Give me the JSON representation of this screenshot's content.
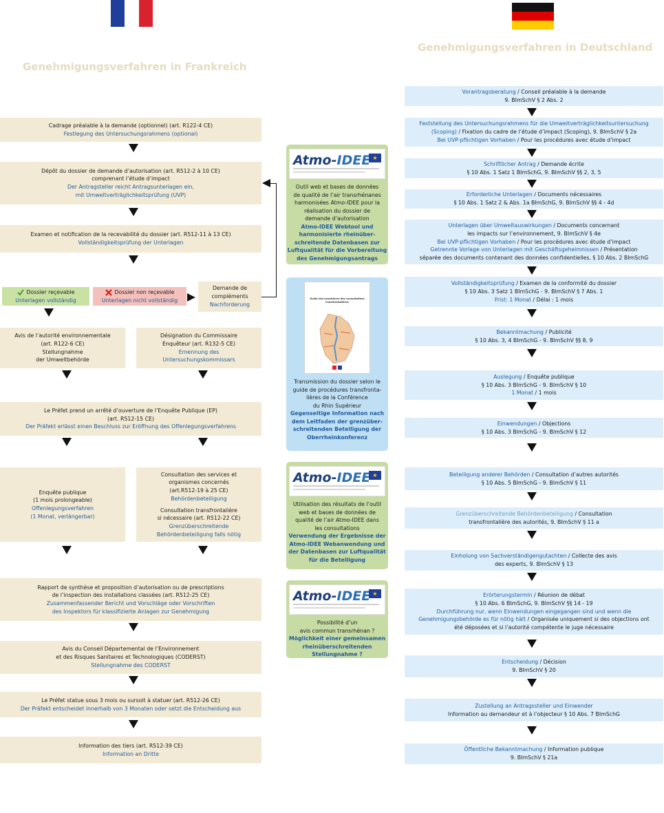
{
  "headings": {
    "france": "Genehmigungsverfahren in Frankreich",
    "germany": "Genehmigungsverfahren in Deutschland"
  },
  "colors": {
    "french_box": "#f2ead4",
    "german_box": "#ddeefa",
    "german_text_blue": "#1f5a9e",
    "atmo_green_box": "#c7dba4",
    "guide_blue_box": "#bfe0f4",
    "receivable_green": "#c9e1a3",
    "not_receivable_red": "#f4c0bb",
    "heading": "#e7dcc0"
  },
  "flags": {
    "france": "flag-france-icon",
    "germany": "flag-germany-icon"
  },
  "fr": {
    "s1": {
      "l1": "Cadrage préalable à la demande (optionnel) (art. R122-4 CE)",
      "l2": "Festlegung des Untersuchungsrahmens (optional)"
    },
    "s2": {
      "l1": "Dépôt du dossier de demande d’autorisation  (art. R512-2 à 10 CE)",
      "l2": "comprenant l’étude d’impact",
      "l3": "Der Antragsteller reicht Antragsunterlagen ein,",
      "l4": "mit Umweltverträglichkeitsprüfung (UVP)"
    },
    "s3": {
      "l1": "Examen et notification de la recevabilité du dossier (art. R512-11 à 13 CE)",
      "l2": "Vollständigkeitsprüfung der Unterlagen"
    },
    "s4a": {
      "l1": "Dossier reçevable",
      "l2": "Unterlagen vollständig"
    },
    "s4b": {
      "l1": "Dossier non reçevable",
      "l2": "Unterlagen nicht vollständig"
    },
    "s4c": {
      "l1": "Demande de",
      "l2": "compléments",
      "l3": "Nachforderung"
    },
    "s5a": {
      "l1": "Avis de l’autorité environnementale",
      "l2": "(art. R122-6 CE)",
      "l3": "Stellungnahme",
      "l4": "der Umweltbehörde"
    },
    "s5b": {
      "l1": "Désignation du Commissaire",
      "l2": "Enquêteur (art. R132-5 CE)",
      "l3": "Ernennung des",
      "l4": "Untersuchungskommissars"
    },
    "s6": {
      "l1": "Le Préfet prend un arrêté d’ouverture de l’Enquête Publique (EP)",
      "l2": "(art. R512-15 CE)",
      "l3": "Der Präfekt erlässt einen Beschluss zur Eröffnung des Offenlegungsverfahrens"
    },
    "s7a": {
      "l1": "Enquête publique",
      "l2": "(1 mois prolongeable)",
      "l3": "Offenlegungsverfahren",
      "l4": "(1 Monat, verlängerbar)"
    },
    "s7b": {
      "l1": "Consultation des services et",
      "l2": "organismes concernés",
      "l3": "(art.R512-19 à 25 CE)",
      "l4": "Behördenbeteiligung",
      "l5": "Consultation transfrontalière",
      "l6": "si nécessaire (art. R512-22 CE)",
      "l7": "Grenzüberschreitende",
      "l8": "Behördenbeteiligung falls nötig"
    },
    "s8": {
      "l1": "Rapport de synthèse et proposition d’autorisation ou de prescriptions",
      "l2": "de l’inspection des installations classées (art. R512-25 CE)",
      "l3": "Zusammenfassender Bericht und Vorschläge oder Vorschriften",
      "l4": "des Inspektors für klassifizierte Anlagen zur Genehmigung"
    },
    "s9": {
      "l1": "Avis du Conseil Départemental de l’Environnement",
      "l2": "et des Risques Sanitaires et Technologiques (CODERST)",
      "l3": "Stellungnahme des CODERST"
    },
    "s10": {
      "l1": "Le Préfet statue sous 3 mois ou sursoit à statuer (art. R512-26 CE)",
      "l2": "Der Präfekt entscheidet innerhalb von 3 Monaten oder setzt die Entscheidung aus"
    },
    "s11": {
      "l1": "Information des tiers (art. R512-39 CE)",
      "l2": "Information an Dritte"
    }
  },
  "mid": {
    "logo": {
      "title_a": "Atmo-",
      "title_b": "IDEE",
      "icon": "eu-flag-icon"
    },
    "m1": {
      "l1": "Outil web et bases de données",
      "l2": "de qualité de l’air transrhénanes",
      "l3": "harmonisées Atmo-IDEE pour la",
      "l4": "réalisation du dossier de",
      "l5": "demande d’autorisation",
      "l6": "Atmo-IDEE Webtool und",
      "l7": "harmonisierte rheinüber-",
      "l8": "schreitende Datenbasen zur",
      "l9": "Luftqualität für die Vorbereitung",
      "l10": "des Genehmigungsantrags"
    },
    "m2": {
      "doc_title": "Guide des procédures des consultations transfrontalières",
      "l1": "Transmission du dossier selon le",
      "l2": "guide de procédures transfronta-",
      "l3": "lières de la Conférence",
      "l4": "du Rhin Supérieur",
      "l5": "Gegenseitige Information nach",
      "l6": "dem Leitfaden der grenzüber-",
      "l7": "schreitenden Beteiligung der",
      "l8": "Oberrheinkonferenz"
    },
    "m3": {
      "l1": "Utilisation des résultats de l’outil",
      "l2": "web et bases de données de",
      "l3": "qualité de l’air Atmo-IDEE dans",
      "l4": "les consultations",
      "l5": "Verwendung der Ergebnisse der",
      "l6": "Atmo-IDEE Webanwendung und",
      "l7": "der Datenbasen zur Luftqualität",
      "l8": "für die Beteiligung"
    },
    "m4": {
      "l1": "Possibilité d’un",
      "l2": "avis commun transrhénan ?",
      "l3": "Möglichkeit einer gemeinsamen",
      "l4": "rheinüberschreitenden",
      "l5": "Stellungnahme ?"
    }
  },
  "de": {
    "d1": {
      "a": "Vorantragsberatung",
      "b": " / Conseil préalable à la demande",
      "l2": "9. BImSchV § 2 Abs. 2"
    },
    "d2": {
      "a": "Feststellung des Untersuchungsrahmens für die Umweltverträglichkeitsuntersuchung",
      "b": "(Scoping)",
      "c": " / Fixation du cadre de l’étude d’impact (Scoping), 9. BImSchV § 2a",
      "d": "Bei UVP-pflichtigen Vorhaben",
      "e": " / Pour les procédures avec étude d’impact"
    },
    "d3": {
      "a": "Schriftlicher Antrag",
      "b": " / Demande écrite",
      "l2": "§ 10 Abs. 1 Satz 1 BImSchG, 9. BImSchV §§ 2, 3, 5"
    },
    "d4": {
      "a": "Erforderliche Unterlagen",
      "b": " / Documents nécessaires",
      "l2": "§ 10 Abs. 1 Satz 2 & Abs. 1a BImSchG, 9. BImSchV §§ 4 - 4d"
    },
    "d5": {
      "a": "Unterlagen über Umweltauswirkungen",
      "b": " / Documents concernant",
      "l2": "les impacts sur l’environnement, 9. BImSchV § 4e",
      "c": "Bei UVP-pflichtigen Vorhaben",
      "d": " / Pour les procédures avec étude d’impact",
      "e": "Getrennte Vorlage von Unterlagen mit Geschäftsgeheimnissen",
      "f": " / Présentation",
      "l5": "séparée des documents contenant des données confidentielles, § 10 Abs. 2 BImSchG"
    },
    "d6": {
      "a": "Vollständigkeitsprüfung",
      "b": " /  Examen de la conformité du dossier",
      "l2": "§ 10 Abs. 3 Satz 1 BImSchG   -   9. BImSchV § 7 Abs. 1",
      "c": "Frist: 1 Monat",
      "d": " / Délai : 1 mois"
    },
    "d7": {
      "a": "Bekanntmachung",
      "b": " / Publicité",
      "l2": "§ 10 Abs. 3, 4 BImSchG   -   9. BImSchV §§ 8, 9"
    },
    "d8": {
      "a": "Auslegung",
      "b": " / Enquête publique",
      "l2": "§ 10 Abs. 3 BImSchG   -   9. BImSchV § 10",
      "c": "1 Monat",
      "d": " / 1 mois"
    },
    "d9": {
      "a": "Einwendungen",
      "b": " / Objections",
      "l2": "§ 10 Abs. 3 BImSchG   -   9. BImSchV § 12"
    },
    "d10": {
      "a": "Beteiligung anderer Behörden",
      "b": " / Consultation d’autres autorités",
      "l2": "§ 10 Abs. 5 BImSchG   -   9. BImSchV § 11"
    },
    "d11": {
      "a": "Grenzüberschreitende Behördenbeteiligung",
      "b": " / Consultation",
      "l2": "transfrontalière des autorités, 9. BImSchV § 11 a"
    },
    "d12": {
      "a": "Einholung von Sachverständigengutachten",
      "b": " / Collecte des avis",
      "l2": "des experts, 9. BImSchV § 13"
    },
    "d13": {
      "a": "Erörterungstermin",
      "b": " / Réunion de débat",
      "l2": "§ 10 Abs. 6 BImSchG, 9. BImSchV §§ 14 - 19",
      "c": "Durchführung nur, wenn Einwendungen eingegangen sind und wenn die",
      "d": "Genehmigungsbehörde es für nötig hält",
      "e": " / Organisée uniquement si des objections ont",
      "l5": "été déposées et si l’autorité compétente le juge nécessaire"
    },
    "d14": {
      "a": "Entscheidung",
      "b": " / Décision",
      "l2": "9. BImSchV § 20"
    },
    "d15": {
      "a": "Zustellung an Antragssteller und Einwender",
      "l2": "Information au demandeur et à l’objecteur § 10 Abs. 7 BImSchG"
    },
    "d16": {
      "a": "Öffentliche Bekanntmachung",
      "b": " / Information publique",
      "l2": "9. BImSchV § 21a"
    }
  }
}
